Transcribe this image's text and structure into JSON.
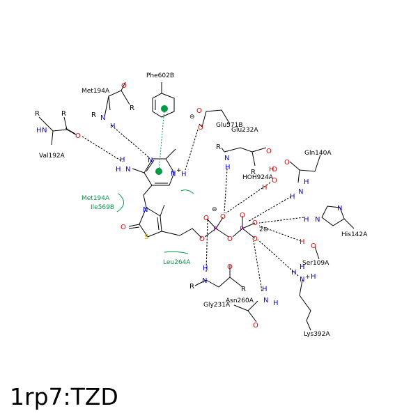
{
  "title": "1rp7:TZD",
  "colors": {
    "bond": "#000000",
    "nitrogen": "#0000ee",
    "oxygen": "#ee0000",
    "sulfur": "#ccaa00",
    "phosphorus": "#cc00cc",
    "hydrophobic": "#009944"
  },
  "residues": {
    "phe602b": "Phe602B",
    "met194a_top": "Met194A",
    "val192a": "Val192A",
    "glu571b": "Glu571B",
    "glu232a": "Glu232A",
    "gln140a": "Gln140A",
    "hoh924a": "HOH924A",
    "his142a": "His142A",
    "ser109a": "Ser109A",
    "lys392a": "Lys392A",
    "asn260a": "Asn260A",
    "gly231a": "Gly231A",
    "met194a_contact": "Met194A",
    "ile569b": "Ile569B",
    "leu264a": "Leu264A"
  },
  "atoms": {
    "N": "N",
    "H": "H",
    "O": "O",
    "S": "S",
    "P": "P",
    "R": "R",
    "N_plus": "N",
    "plus": "+",
    "minus": "⊖",
    "charge_2minus": "2⊖"
  }
}
